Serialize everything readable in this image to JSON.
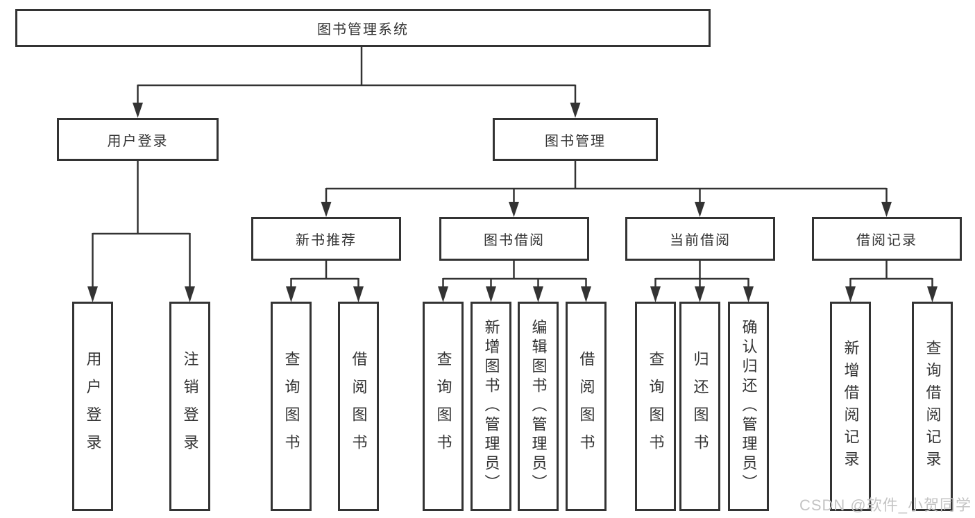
{
  "tree": {
    "root": "图书管理系统",
    "l2": [
      {
        "label": "用户登录",
        "leaves": [
          {
            "label": "用户登录"
          },
          {
            "label": "注销登录"
          }
        ]
      },
      {
        "label": "图书管理",
        "groups": [
          {
            "label": "新书推荐",
            "leaves": [
              {
                "label": "查询图书"
              },
              {
                "label": "借阅图书"
              }
            ]
          },
          {
            "label": "图书借阅",
            "leaves": [
              {
                "label": "查询图书"
              },
              {
                "label": "新增图书（管理员）"
              },
              {
                "label": "编辑图书（管理员）"
              },
              {
                "label": "借阅图书"
              }
            ]
          },
          {
            "label": "当前借阅",
            "leaves": [
              {
                "label": "查询图书"
              },
              {
                "label": "归还图书"
              },
              {
                "label": "确认归还（管理员）"
              }
            ]
          },
          {
            "label": "借阅记录",
            "leaves": [
              {
                "label": "新增借阅记录"
              },
              {
                "label": "查询借阅记录"
              }
            ]
          }
        ]
      }
    ]
  },
  "watermark": {
    "text": "CSDN @软件_小贺同学"
  },
  "colors": {
    "line": "#333333",
    "text": "#333333",
    "background": "#ffffff",
    "watermark": "#c4c4c4"
  }
}
